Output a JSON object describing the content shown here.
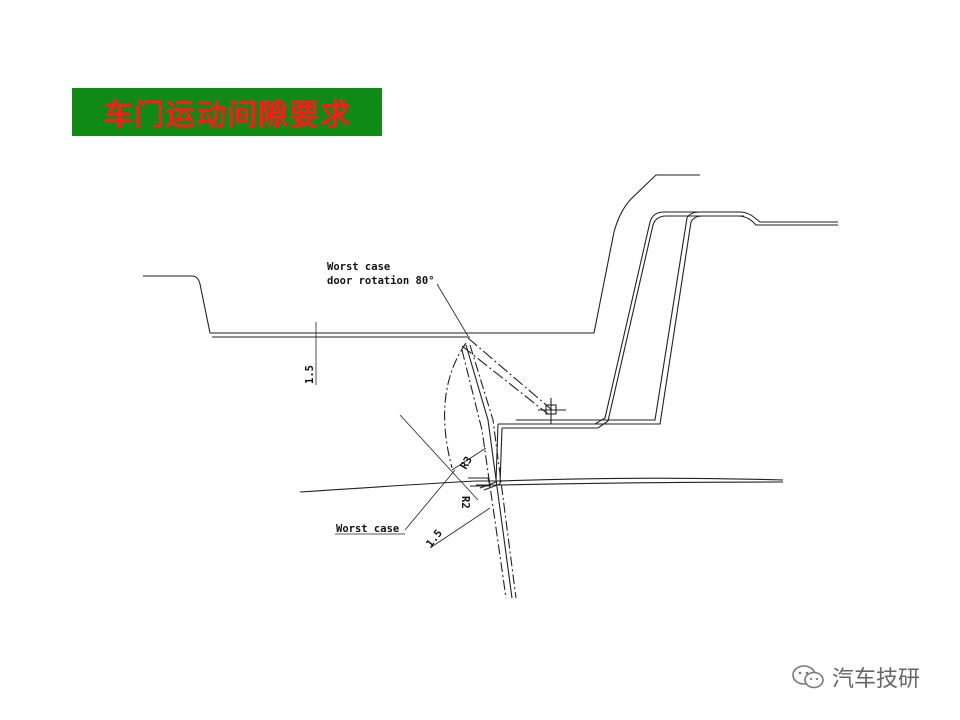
{
  "title": "车门运动间隙要求",
  "colors": {
    "title_bg": "#0e8a15",
    "title_fg": "#ff1a1a",
    "line": "#222222"
  },
  "labels": {
    "worst_case_rotation_line1": "Worst case",
    "worst_case_rotation_line2": "door rotation 80°",
    "dim_vertical": "1.5",
    "r3": "R3",
    "r2": "R2",
    "worst_case": "Worst case",
    "dim_diagonal": "1.5"
  },
  "watermark": {
    "text": "汽车技研",
    "icon": "wechat-icon"
  }
}
